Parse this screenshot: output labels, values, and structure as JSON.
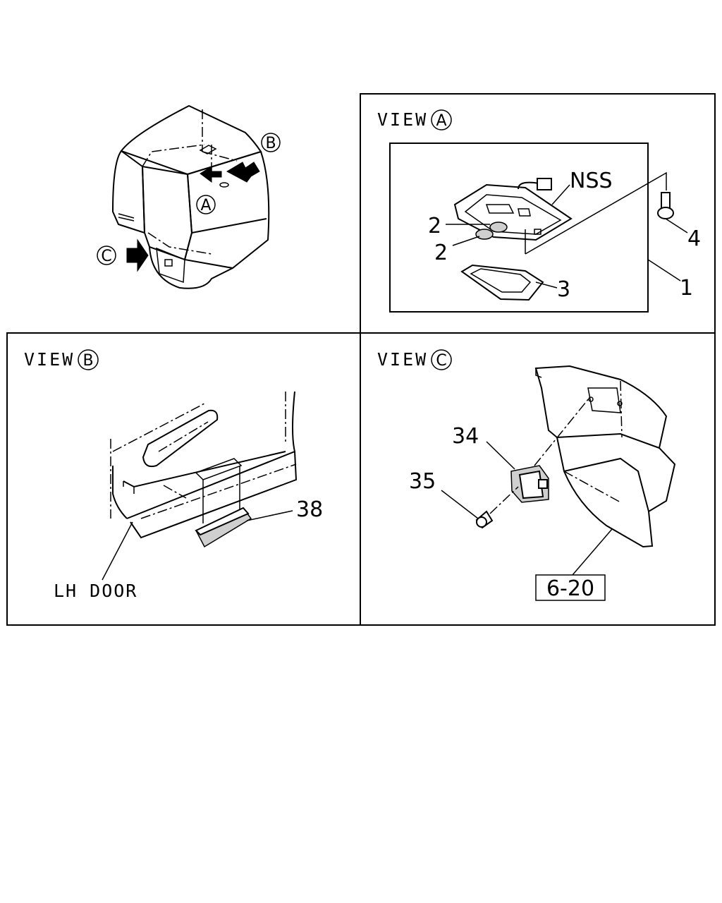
{
  "overview": {
    "callout_a": "A",
    "callout_b": "B",
    "callout_c": "C"
  },
  "view_a": {
    "title_prefix": "VIEW",
    "title_letter": "A",
    "label_nss": "NSS",
    "label_2_upper": "2",
    "label_2_lower": "2",
    "label_3": "3",
    "label_4": "4",
    "label_1": "1"
  },
  "view_b": {
    "title_prefix": "VIEW",
    "title_letter": "B",
    "label_38": "38",
    "label_lh_door": "LH DOOR"
  },
  "view_c": {
    "title_prefix": "VIEW",
    "title_letter": "C",
    "label_34": "34",
    "label_35": "35",
    "ref_box": "6-20"
  }
}
